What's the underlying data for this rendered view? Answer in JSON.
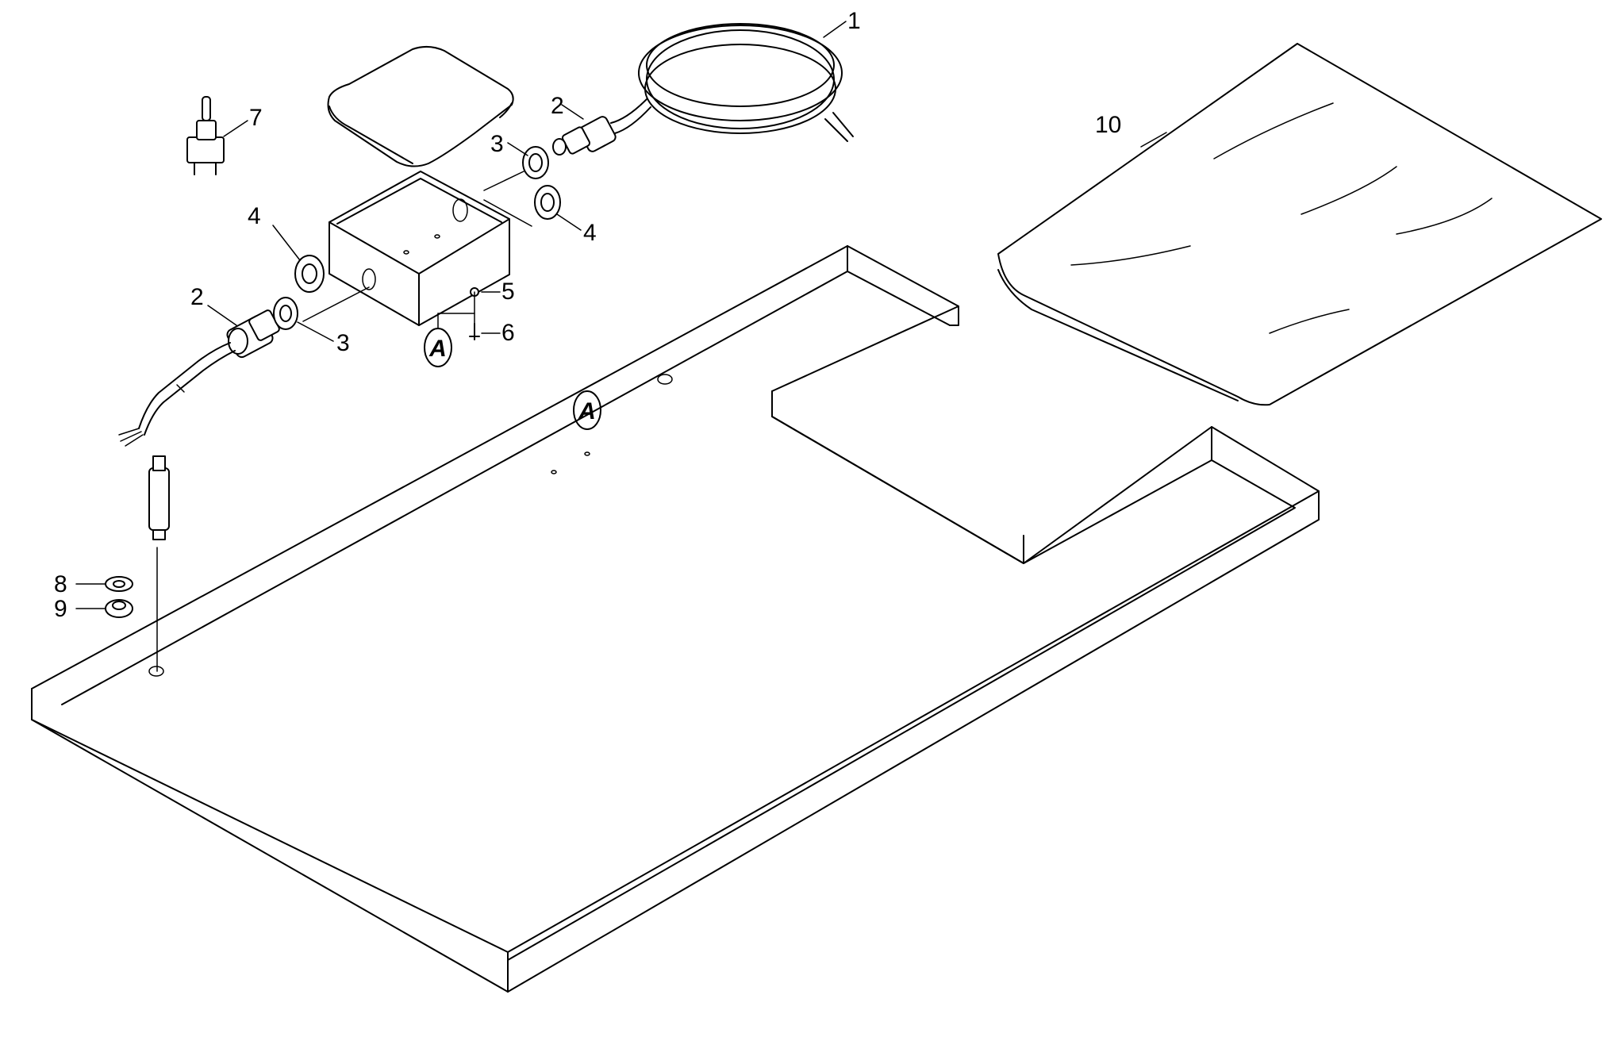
{
  "diagram": {
    "callouts": {
      "c1": "1",
      "c2a": "2",
      "c2b": "2",
      "c3a": "3",
      "c3b": "3",
      "c4a": "4",
      "c4b": "4",
      "c5": "5",
      "c6": "6",
      "c7": "7",
      "c8": "8",
      "c9": "9",
      "c10": "10"
    },
    "reference_marks": {
      "box": "A",
      "tray": "A"
    }
  }
}
